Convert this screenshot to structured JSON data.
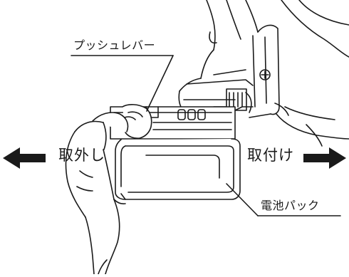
{
  "labels": {
    "push_lever": "プッシュレバー",
    "remove": "取外し",
    "attach": "取付け",
    "battery_pack": "電池パック"
  },
  "colors": {
    "line": "#1a1a1a",
    "arrow": "#1a1a1a",
    "fill": "#ffffff",
    "shade": "#d9d9d9"
  },
  "icons": {
    "remove_arrow": "arrow-left-icon",
    "attach_arrow": "arrow-right-icon"
  }
}
